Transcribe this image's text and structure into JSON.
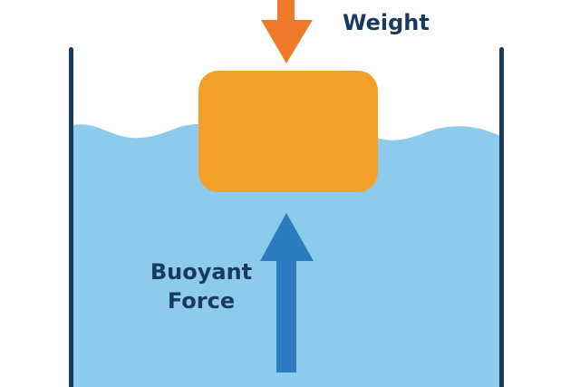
{
  "labels": {
    "weight": "Weight",
    "buoyant_line1": "Buoyant",
    "buoyant_line2": "Force"
  },
  "colors": {
    "water": "#8ccbec",
    "container": "#173a5e",
    "block": "#f49f27",
    "weight_arrow": "#ef7a2a",
    "buoyant_arrow": "#2b7bbf",
    "text": "#173a5e"
  }
}
